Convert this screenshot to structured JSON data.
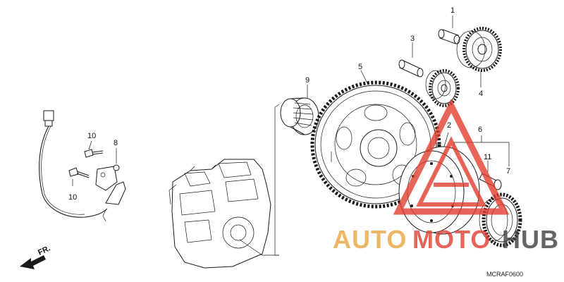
{
  "diagram": {
    "callouts": {
      "c1": "1",
      "c2": "2",
      "c3": "3",
      "c4": "4",
      "c5": "5",
      "c6": "6",
      "c7": "7",
      "c8": "8",
      "c9": "9",
      "c10a": "10",
      "c10b": "10",
      "c11": "11"
    },
    "front_marker": "FR.",
    "diagram_code": "MCRAF0600"
  },
  "watermark": {
    "text_part1": "AUTO",
    "text_part2": "MOTO",
    "text_part3": "HUB",
    "color_primary": "#e8a23a",
    "color_triangle": "#e0392b",
    "color_dark": "#3a3a3a"
  }
}
